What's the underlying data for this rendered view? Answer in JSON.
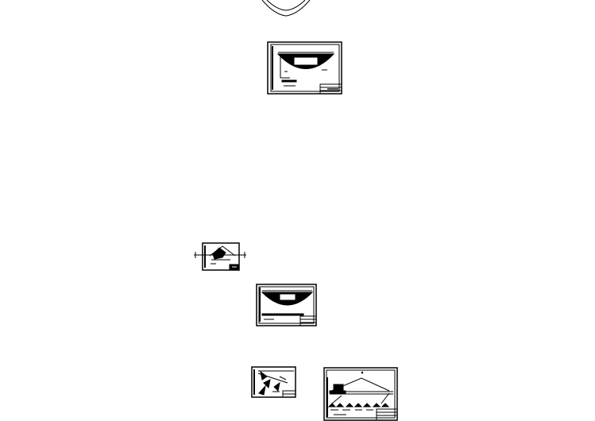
{
  "canvas": {
    "background": "#ffffff",
    "stroke": "#000000"
  },
  "sheets": [
    {
      "id": "partial-curve"
    },
    {
      "id": "valley-cross-section-1"
    },
    {
      "id": "small-profile-sheet"
    },
    {
      "id": "valley-cross-section-2"
    },
    {
      "id": "detail-sheet"
    },
    {
      "id": "embankment-profile-sheet"
    }
  ]
}
